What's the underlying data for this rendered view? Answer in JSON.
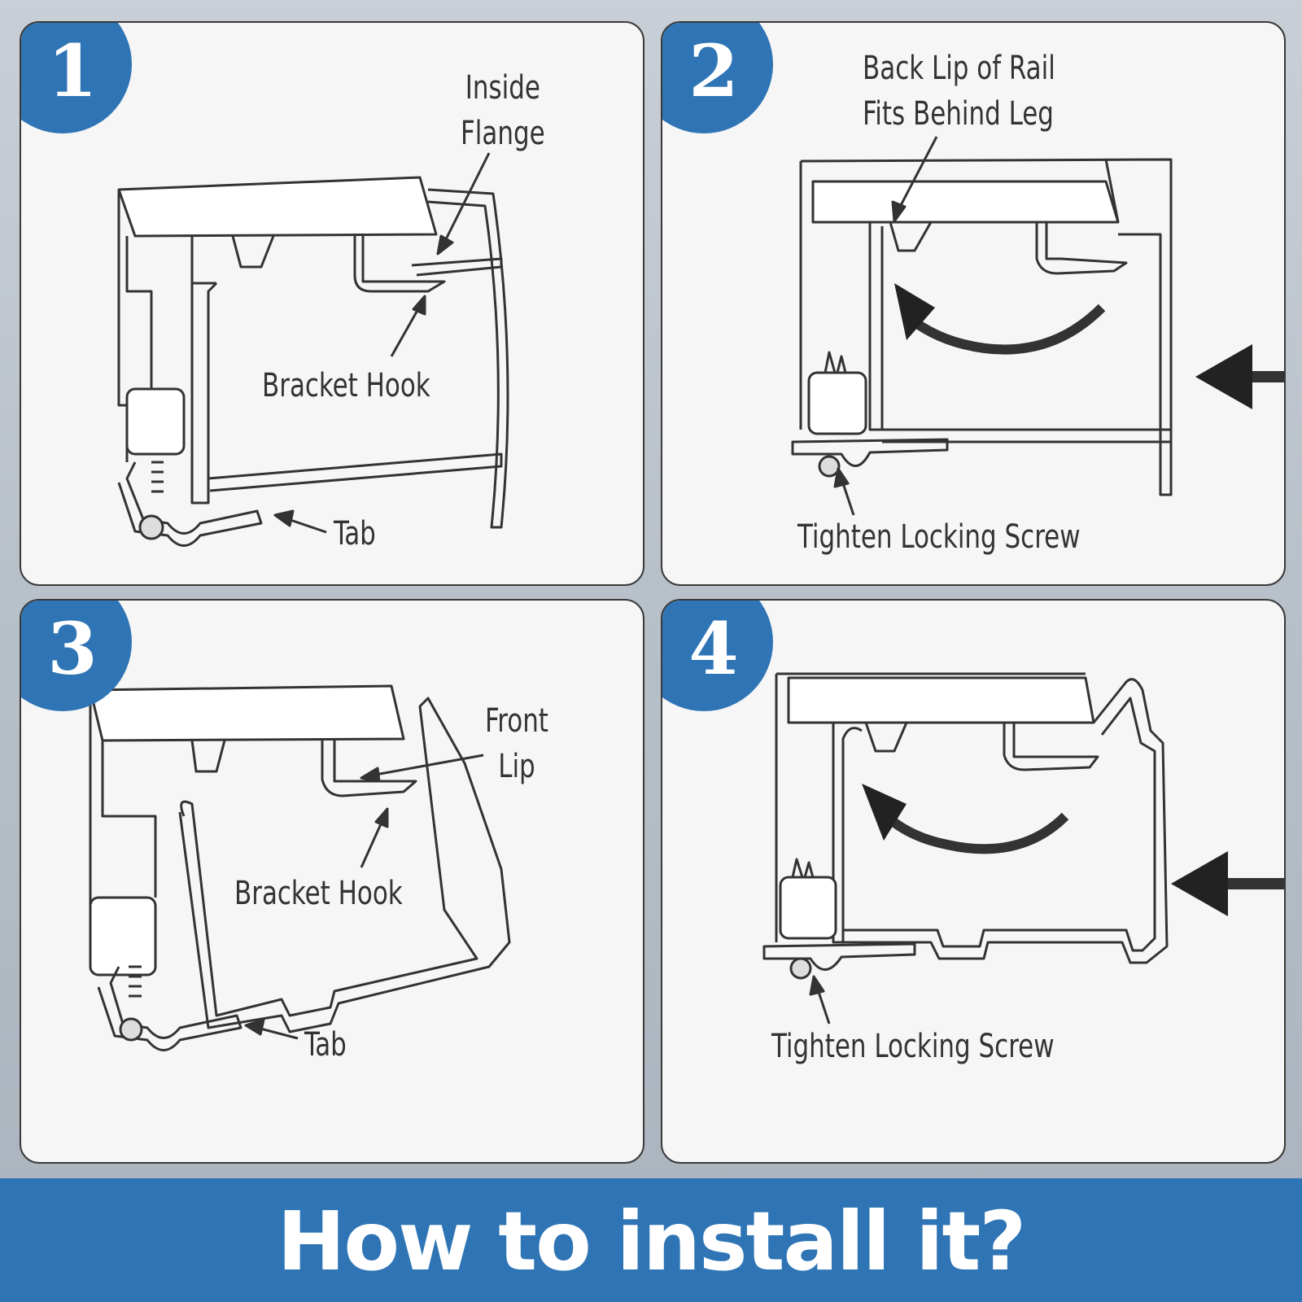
{
  "steps": [
    {
      "number": "1",
      "labels": {
        "inside_flange": "Inside\nFlange",
        "bracket_hook": "Bracket Hook",
        "tab": "Tab"
      }
    },
    {
      "number": "2",
      "labels": {
        "back_lip": "Back Lip of Rail\nFits Behind Leg",
        "locking_screw": "Tighten Locking Screw"
      }
    },
    {
      "number": "3",
      "labels": {
        "front_lip": "Front\nLip",
        "bracket_hook": "Bracket Hook",
        "tab": "Tab"
      }
    },
    {
      "number": "4",
      "labels": {
        "locking_screw": "Tighten Locking Screw"
      }
    }
  ],
  "banner": {
    "title": "How to install it?"
  },
  "colors": {
    "accent": "#2f75b5",
    "line": "#333333",
    "panel": "#f6f6f6"
  }
}
